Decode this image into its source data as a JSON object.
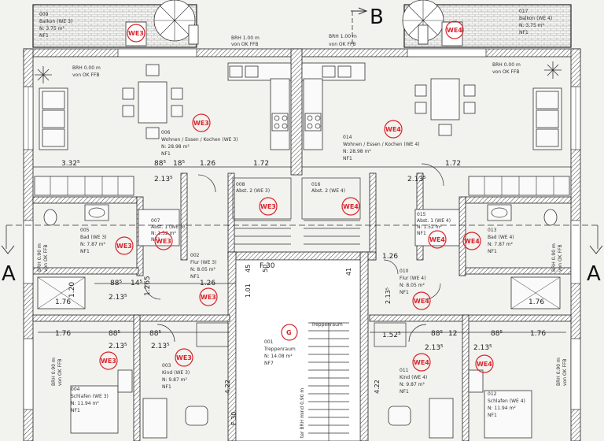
{
  "section_labels": {
    "a_left": "A",
    "a_right": "A",
    "b_top": "B"
  },
  "stamps": {
    "we3": "WE3",
    "we4": "WE4",
    "g": "G"
  },
  "rooms": [
    {
      "id": "009",
      "name": "Balkon (WE 3)",
      "area": "N: 3.75 m²",
      "floor": "NF1"
    },
    {
      "id": "017",
      "name": "Balkon (WE 4)",
      "area": "N: 3.75 m²",
      "floor": "NF1"
    },
    {
      "id": "006",
      "name": "Wohnen / Essen / Kochen (WE 3)",
      "area": "N: 28.98 m²",
      "floor": "NF1"
    },
    {
      "id": "014",
      "name": "Wohnen / Essen / Kochen (WE 4)",
      "area": "N: 28.98 m²",
      "floor": "NF1"
    },
    {
      "id": "005",
      "name": "Bad (WE 3)",
      "area": "N: 7.87 m²",
      "floor": "NF1"
    },
    {
      "id": "013",
      "name": "Bad (WE 4)",
      "area": "N: 7.87 m²",
      "floor": "NF1"
    },
    {
      "id": "002",
      "name": "Flur (WE 3)",
      "area": "N: 8.05 m²",
      "floor": "NF1"
    },
    {
      "id": "010",
      "name": "Flur (WE 4)",
      "area": "N: 8.05 m²",
      "floor": "NF1"
    },
    {
      "id": "001",
      "name": "Treppenraum",
      "area": "N: 14.08 m²",
      "floor": "NF7"
    },
    {
      "id": "003",
      "name": "Kind (WE 3)",
      "area": "N: 9.87 m²",
      "floor": "NF1"
    },
    {
      "id": "011",
      "name": "Kind (WE 4)",
      "area": "N: 9.87 m²",
      "floor": "NF1"
    },
    {
      "id": "004",
      "name": "Schlafen (WE 3)",
      "area": "N: 11.94 m²",
      "floor": "NF1"
    },
    {
      "id": "012",
      "name": "Schlafen (WE 4)",
      "area": "N: 11.94 m²",
      "floor": "NF1"
    },
    {
      "id": "007",
      "name": "Abst. 1 (WE 3)",
      "area": "N: 1.52 m²",
      "floor": "NF1"
    },
    {
      "id": "015",
      "name": "Abst. 1 (WE 4)",
      "area": "N: 1.52 m²",
      "floor": "NF1"
    },
    {
      "id": "008",
      "name": "Abst. 2 (WE 3)",
      "area": "",
      "floor": ""
    },
    {
      "id": "016",
      "name": "Abst. 2 (WE 4)",
      "area": "",
      "floor": ""
    }
  ],
  "annotations": {
    "brh_100": "BRH 1.00 m",
    "brh_000": "BRH 0.00 m",
    "brh_090": "BRH 0.90 m",
    "von_ok_ffb": "von OK FFB",
    "stair_landing": "Treppenraum",
    "brh_stair": "ter BRH mind 0.90 m"
  },
  "dimensions": {
    "d_332": "3.32⁵",
    "d_88": "88⁵",
    "d_18": "18⁵",
    "d_126": "1.26",
    "d_172": "1.72",
    "d_213": "2.13⁵",
    "d_176": "1.76",
    "d_120": "1.20",
    "d_88b": "88⁵",
    "d_14": "14⁵",
    "d_126b": "1.26",
    "d_101": "1.01",
    "d_45": "45",
    "d_50": "50",
    "d_152": "1.52⁵",
    "d_422": "4.22",
    "d_f30": "F 30",
    "d_265": "1.265",
    "d_41": "41",
    "d_88r": "88⁵",
    "d_12": "12",
    "d_176r": "1.76",
    "d_126r": "1.26",
    "d_172r": "1.72",
    "d_213r": "2.13⁵"
  }
}
